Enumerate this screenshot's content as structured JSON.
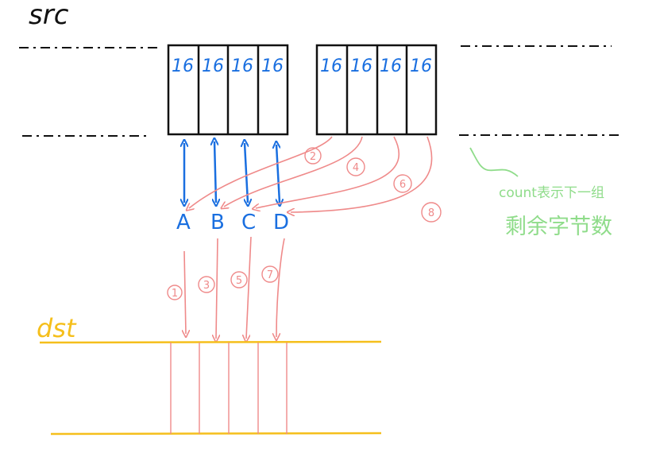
{
  "src_label": "src",
  "dst_label": "dst",
  "block_value": "16",
  "registers": [
    "A",
    "B",
    "C",
    "D"
  ],
  "step_labels": [
    "1",
    "2",
    "3",
    "4",
    "5",
    "6",
    "7",
    "8"
  ],
  "note_line1": "count表示下一组",
  "note_line2": "剩余字节数",
  "colors": {
    "ink": "#111111",
    "blue": "#1a6fe0",
    "red": "#ef8a8a",
    "yellow": "#f5bf1c",
    "green": "#8fdc8a"
  }
}
